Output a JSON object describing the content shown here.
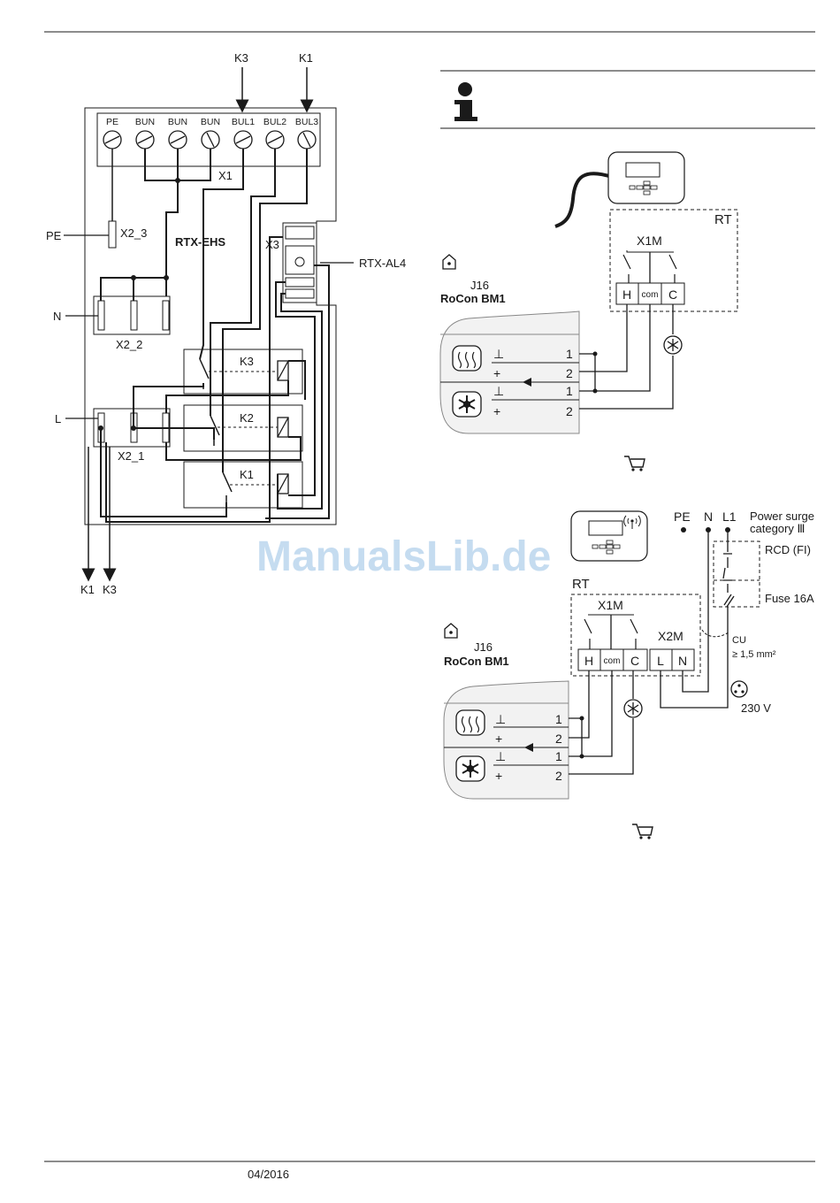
{
  "footer": {
    "date": "04/2016"
  },
  "watermark": "ManualsLib.de",
  "left_diagram": {
    "input_arrows": [
      "K3",
      "K1"
    ],
    "output_arrows": [
      "K1",
      "K3"
    ],
    "terminals": [
      "PE",
      "BUN",
      "BUN",
      "BUN",
      "BUL1",
      "BUL2",
      "BUL3"
    ],
    "strip_label": "X1",
    "board_label": "RTX-EHS",
    "x2_3": "X2_3",
    "x2_2": "X2_2",
    "x2_1": "X2_1",
    "x3": "X3",
    "al4": "RTX-AL4",
    "side_labels": {
      "pe": "PE",
      "n": "N",
      "l": "L"
    },
    "relays": [
      "K3",
      "K2",
      "K1"
    ]
  },
  "upper_right": {
    "rt": "RT",
    "x1m": "X1M",
    "terminals": [
      "H",
      "com",
      "C"
    ],
    "j16": "J16",
    "rocon": "RoCon BM1",
    "rows": [
      {
        "sym": "⊥",
        "num": "1"
      },
      {
        "sym": "+",
        "num": "2"
      },
      {
        "sym": "⊥",
        "num": "1"
      },
      {
        "sym": "+",
        "num": "2"
      }
    ]
  },
  "lower_right": {
    "rt": "RT",
    "x1m": "X1M",
    "x2m": "X2M",
    "terminals": [
      "H",
      "com",
      "C"
    ],
    "x2m_terminals": [
      "L",
      "N"
    ],
    "supply": [
      "PE",
      "N",
      "L1"
    ],
    "surge_line1": "Power surge",
    "surge_line2": "category Ⅲ",
    "rcd": "RCD (FI)",
    "fuse": "Fuse 16A",
    "cu": "CU",
    "cu_size": "≥ 1,5 mm²",
    "voltage": "230 V",
    "j16": "J16",
    "rocon": "RoCon BM1",
    "rows": [
      {
        "sym": "⊥",
        "num": "1"
      },
      {
        "sym": "+",
        "num": "2"
      },
      {
        "sym": "⊥",
        "num": "1"
      },
      {
        "sym": "+",
        "num": "2"
      }
    ]
  },
  "icons": [
    "info-icon",
    "home-icon",
    "heating-icon",
    "cooling-icon",
    "cart-icon",
    "wireless-icon",
    "socket-icon"
  ]
}
